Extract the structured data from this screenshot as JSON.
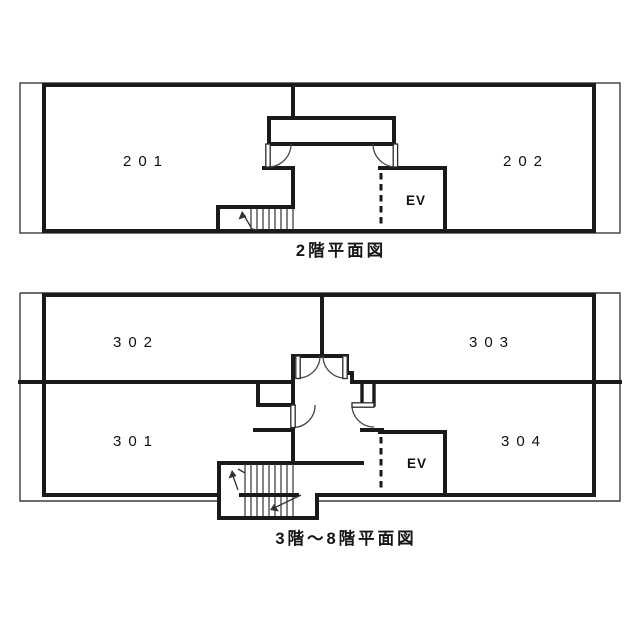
{
  "page": {
    "background": "#ffffff"
  },
  "colors": {
    "wall": "#1a1a1a",
    "thin_outline": "#3c3c3c",
    "door_arc": "#4a4a4a"
  },
  "plans": {
    "floor2": {
      "caption": "2階平面図",
      "rooms": [
        {
          "label": "201"
        },
        {
          "label": "202"
        }
      ],
      "elevator_label": "EV"
    },
    "floor3to8": {
      "caption": "3階～8階平面図",
      "rooms": [
        {
          "label": "302"
        },
        {
          "label": "303"
        },
        {
          "label": "301"
        },
        {
          "label": "304"
        }
      ],
      "elevator_label": "EV"
    }
  }
}
